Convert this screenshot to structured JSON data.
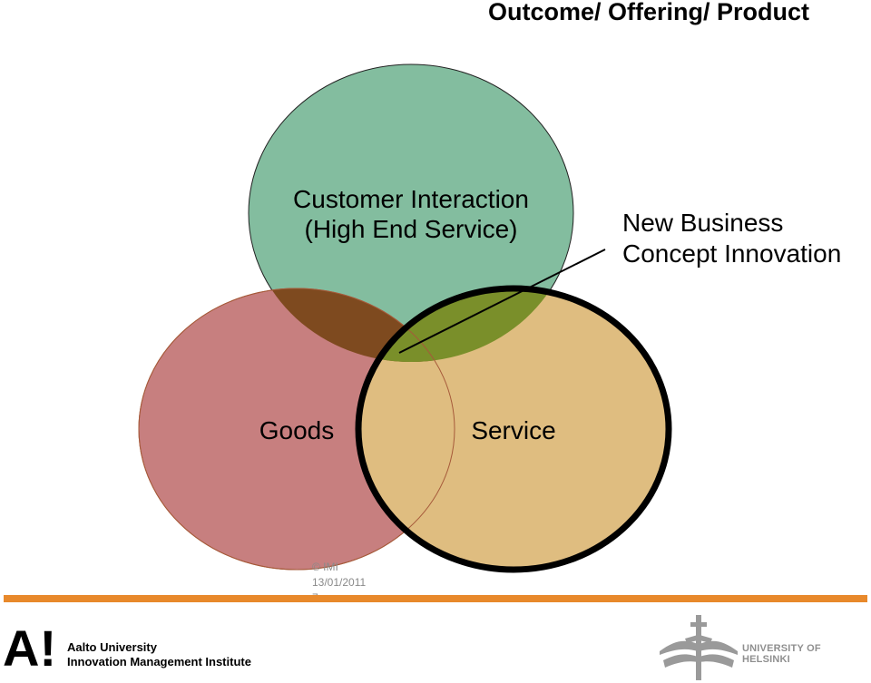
{
  "slide": {
    "title": "Outcome/ Offering/ Product"
  },
  "diagram": {
    "interaction_label": [
      "Customer Interaction",
      "(High End Service)"
    ],
    "callout_label": [
      "New Business",
      "Concept Innovation"
    ],
    "goods_label": "Goods",
    "service_label": "Service",
    "colors": {
      "interaction": "#83bd9f",
      "goods": "#c77f7f",
      "service": "#dfbd80",
      "goods_interaction_overlap": "#7e4a1f",
      "service_interaction_overlap": "#7a8f2a",
      "highlight_ring": "#000000"
    }
  },
  "footer": {
    "copyright": "© IMI",
    "date": "13/01/2011",
    "page_number": "7",
    "aalto_logo_text": "A!",
    "aalto_lines": [
      "Aalto University",
      "Innovation Management Institute"
    ],
    "helsinki_text": "UNIVERSITY OF HELSINKI",
    "accent_color": "#e8892b"
  }
}
